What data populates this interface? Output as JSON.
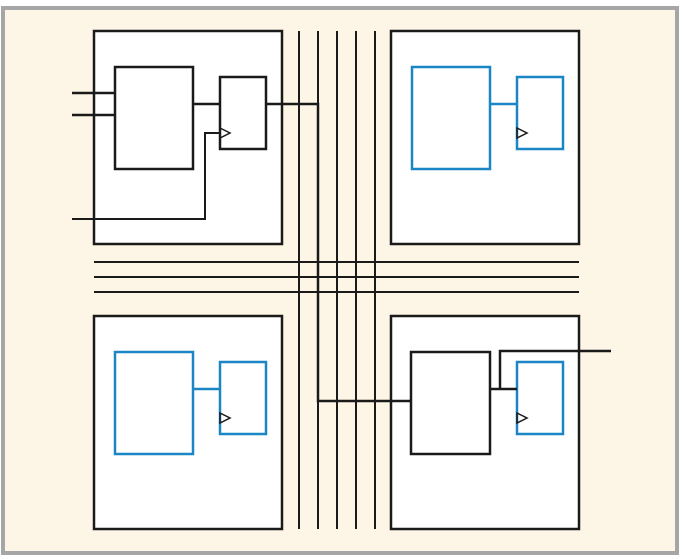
{
  "colors": {
    "background": "#fdf5e6",
    "frame_border": "#a6a6a6",
    "block_fill": "#ffffff",
    "active_stroke": "#1a1a1a",
    "inactive_stroke": "#1b86c6"
  },
  "blocks": [
    {
      "id": "top-left",
      "state": "active"
    },
    {
      "id": "top-right",
      "state": "inactive"
    },
    {
      "id": "bottom-left",
      "state": "inactive"
    },
    {
      "id": "bottom-right",
      "state": "active"
    }
  ],
  "routing": {
    "vertical_tracks": 5,
    "horizontal_tracks": 3
  }
}
